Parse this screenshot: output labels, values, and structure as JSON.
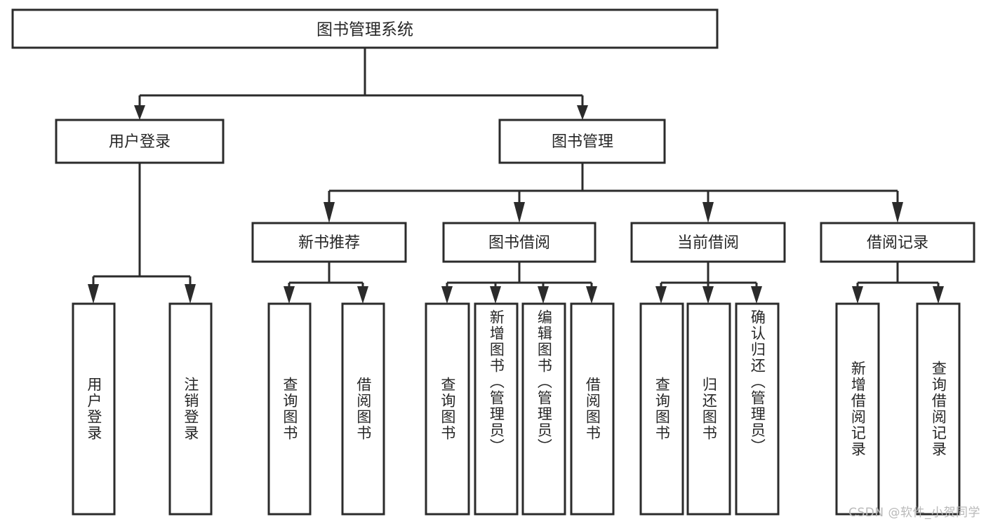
{
  "diagram": {
    "type": "tree-hierarchy-diagram",
    "background_color": "#ffffff",
    "box_fill_color": "#ffffff",
    "box_border_color": "#2b2b2b",
    "text_color": "#262626",
    "connector_color": "#2b2b2b"
  },
  "root": {
    "label": "图书管理系统"
  },
  "level2": {
    "user_login": {
      "label": "用户登录"
    },
    "book_manage": {
      "label": "图书管理"
    }
  },
  "level3": {
    "new_book_recommend": {
      "label": "新书推荐"
    },
    "book_borrow": {
      "label": "图书借阅"
    },
    "current_borrow": {
      "label": "当前借阅"
    },
    "borrow_record": {
      "label": "借阅记录"
    }
  },
  "leaves": {
    "user_login_children": [
      {
        "label": "用户登录"
      },
      {
        "label": "注销登录"
      }
    ],
    "new_book_recommend_children": [
      {
        "label": "查询图书"
      },
      {
        "label": "借阅图书"
      }
    ],
    "book_borrow_children": [
      {
        "label": "查询图书"
      },
      {
        "label": "新增图书（管理员）"
      },
      {
        "label": "编辑图书（管理员）"
      },
      {
        "label": "借阅图书"
      }
    ],
    "current_borrow_children": [
      {
        "label": "查询图书"
      },
      {
        "label": "归还图书"
      },
      {
        "label": "确认归还（管理员）"
      }
    ],
    "borrow_record_children": [
      {
        "label": "新增借阅记录"
      },
      {
        "label": "查询借阅记录"
      }
    ]
  },
  "watermark": {
    "text": "CSDN @软件_小贺同学"
  }
}
